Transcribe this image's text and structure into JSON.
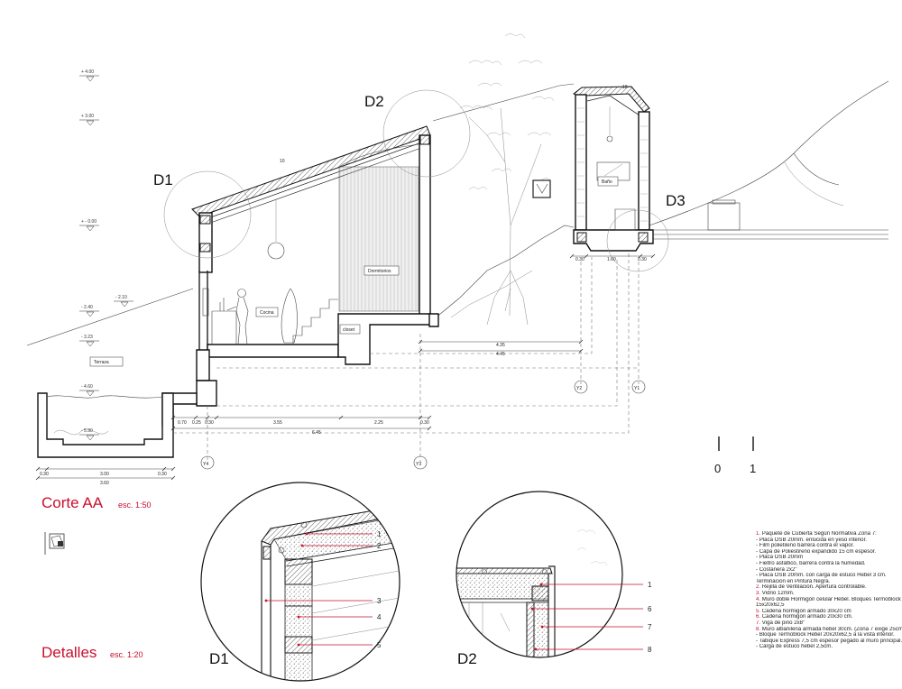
{
  "section": {
    "levels": [
      "+ 4.00",
      "+ 3.00",
      "+ - 0.00",
      "- 2.10",
      "- 2.40",
      "- 3.23",
      "- 4.60",
      "- 5.90"
    ],
    "rooms": {
      "terraza": "Terraza",
      "cocina": "Cocina",
      "dormitorios": "Dormitorios",
      "bano": "Baño",
      "closet": "closet"
    },
    "detail_markers": [
      "D1",
      "D2",
      "D3"
    ],
    "axes": [
      "Y4",
      "Y3",
      "Y2",
      "Y1"
    ],
    "dims_bottom": [
      "0.70",
      "0.25",
      "0.30",
      "3.55",
      "2.25",
      "0.30",
      "6.45"
    ],
    "dims_pool": [
      "0.30",
      "3.00",
      "0.30",
      "3.60"
    ],
    "dims_right": [
      "4.35",
      "4.45"
    ],
    "dims_bath": [
      "0.30",
      "1.60",
      "0.30"
    ],
    "roof_small_dims": [
      "10",
      "10"
    ],
    "scale_bar": [
      "0",
      "1"
    ]
  },
  "title_main": {
    "label": "Corte AA",
    "scale": "esc. 1:50"
  },
  "title_details": {
    "label": "Detalles",
    "scale": "esc. 1:20"
  },
  "detail_d1": {
    "label": "D1",
    "callouts": [
      "1",
      "2",
      "3",
      "4",
      "5"
    ]
  },
  "detail_d2": {
    "label": "D2",
    "callouts": [
      "1",
      "6",
      "7",
      "8"
    ]
  },
  "notes": [
    {
      "t": "1. Paquete de Cubierta Según Normativa Zona 7:",
      "red": true
    },
    {
      "t": "- Placa OSB 20mm. enlucida en yeso interior.",
      "red": false
    },
    {
      "t": "- Film polietileno barrera contra el vapor.",
      "red": false
    },
    {
      "t": "- Capa de Poliestireno expandido 15 cm espesor.",
      "red": false
    },
    {
      "t": "- Placa OSB 20mm",
      "red": false
    },
    {
      "t": "- Fieltro asfáltico, barrera contra la humedad.",
      "red": false
    },
    {
      "t": "- Costanera 2x2\"",
      "red": false
    },
    {
      "t": "- Placa OSB 20mm. con carga de estuco Hebel 3 cm.",
      "red": false
    },
    {
      "t": "Terminación en Pintura Negra.",
      "red": false
    },
    {
      "t": "2. Rejilla de Ventilación. Apertura controlable.",
      "red": true
    },
    {
      "t": "3. Vidrio 12mm.",
      "red": true
    },
    {
      "t": "4. Muro doble Hormigón celular Hebel. Bloques Termoblock",
      "red": true
    },
    {
      "t": "15x20x62,5",
      "red": false
    },
    {
      "t": "5. Cadena hormigón armado 30x20 cm",
      "red": true
    },
    {
      "t": "6. Cadena hormigón armado 20x30 cm.",
      "red": true
    },
    {
      "t": "7. Viga de pino 2x8\"",
      "red": true
    },
    {
      "t": "8. Muro albañileria armada hebel 30cm. (Zona 7 exige 25cm):",
      "red": true
    },
    {
      "t": "- Bloque Termoblock Hebel 20x20x62,5 a la vista interior.",
      "red": false
    },
    {
      "t": "- Tabique Express 7,5 cm espesor pegado al muro principal.",
      "red": false
    },
    {
      "t": "- Carga de estuco hebel 2,5cm.",
      "red": false
    }
  ]
}
